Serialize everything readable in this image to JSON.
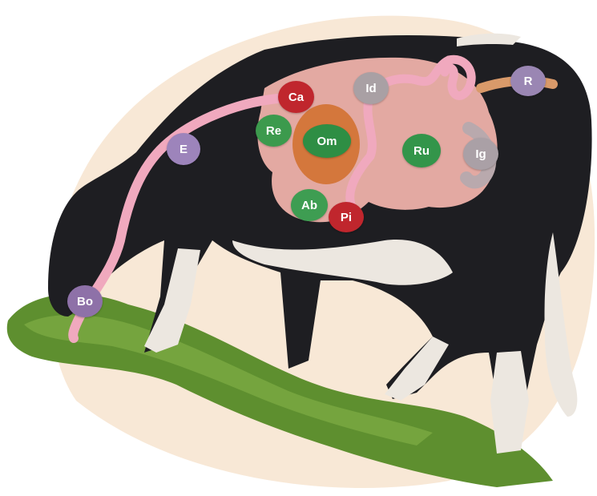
{
  "colors": {
    "background_disc": "#f8e8d6",
    "grass": "#5e8f2f",
    "grass_light": "#86b34a",
    "cow_black": "#1e1e22",
    "cow_white": "#ece7e0",
    "organ_pink": "#e3a9a2",
    "omasum_orange": "#d4773c",
    "tract_pink": "#f0a9be",
    "intestine_grey": "#b9a9ad",
    "rectum_orange": "#d99a6a"
  },
  "labels": {
    "bo": {
      "text": "Bo",
      "color": "#8e71a8"
    },
    "e": {
      "text": "E",
      "color": "#9d84bb"
    },
    "ca": {
      "text": "Ca",
      "color": "#c0262d"
    },
    "re": {
      "text": "Re",
      "color": "#3c9a4d"
    },
    "om": {
      "text": "Om",
      "color": "#2e8e44"
    },
    "id": {
      "text": "Id",
      "color": "#a9a0a4"
    },
    "ru": {
      "text": "Ru",
      "color": "#33954a"
    },
    "ig": {
      "text": "Ig",
      "color": "#aaa0a6"
    },
    "ab": {
      "text": "Ab",
      "color": "#3e9d52"
    },
    "pi": {
      "text": "Pi",
      "color": "#c0262d"
    },
    "r": {
      "text": "R",
      "color": "#9a86b3"
    }
  }
}
